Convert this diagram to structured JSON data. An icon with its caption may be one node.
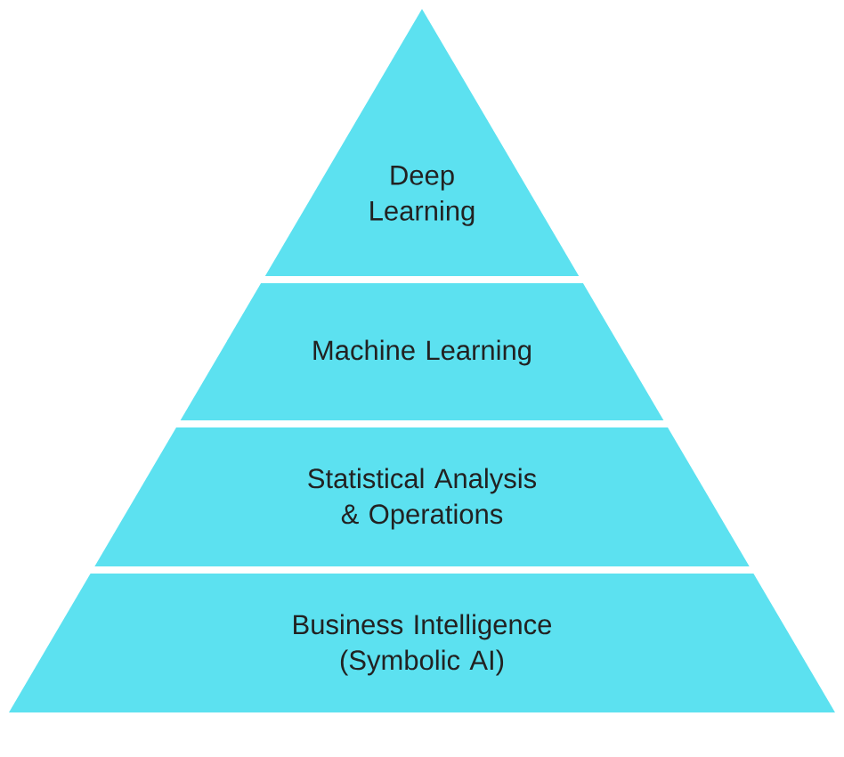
{
  "diagram": {
    "nodes": [
      {
        "text": [
          "Deep Learning"
        ]
      },
      {
        "text": [
          "Machine Learning"
        ]
      },
      {
        "text": [
          "Statistical Analysis & Operations"
        ]
      },
      {
        "text": [
          "Business Intelligence (Symbolic AI)"
        ]
      }
    ]
  }
}
